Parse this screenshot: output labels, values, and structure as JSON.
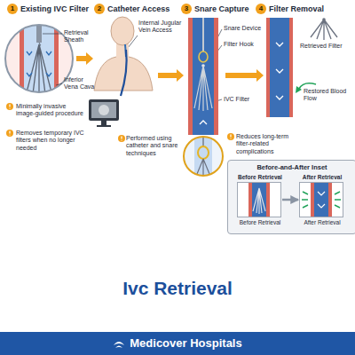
{
  "diagram": {
    "title": "Ivc Retrieval",
    "nodes": [
      {
        "text": [
          "1",
          "Existing IVC Filter"
        ]
      },
      {
        "text": [
          "2",
          "Catheter Access"
        ]
      },
      {
        "text": [
          "3",
          "Snare Capture"
        ]
      },
      {
        "text": [
          "4",
          "Filter Removal"
        ]
      },
      {
        "text": [
          "Before-and-After Inset"
        ]
      },
      {
        "text": [
          "Before Retrieval",
          "Before Retrieval"
        ],
        "in": 4
      },
      {
        "text": [
          "After Retrieval",
          "After Retrieval"
        ],
        "in": 4
      },
      {
        "text": [
          "Medicover Hospitals"
        ]
      }
    ],
    "edges": [
      {
        "from": 5,
        "to": 6,
        "arrow": "to"
      }
    ],
    "labels": [
      "Retrieval Sheath",
      "Inferior Vena Cava",
      "Internal Jugular Vein Access",
      "Snare Device",
      "Filter Hook",
      "IVC Filter",
      "Retrieved Filter",
      "Restored Blood Flow",
      "Minimally invasive image-guided procedure",
      "Removes temporary IVC filters when no longer needed",
      "Performed using catheter and snare techniques",
      "Reduces long-term filter-related complications"
    ]
  }
}
